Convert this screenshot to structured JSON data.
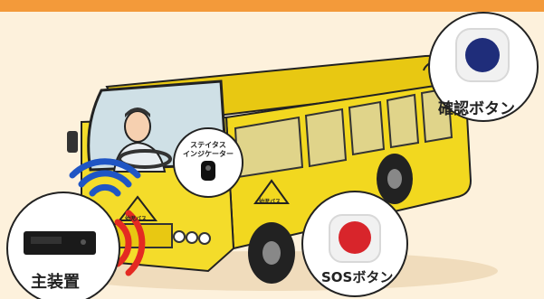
{
  "labels": {
    "confirm_button": "確認ボタン",
    "sos_button": "SOSボタン",
    "main_unit": "主装置",
    "status_indicator_line1": "ステイタス",
    "status_indicator_line2": "インジケーター",
    "sign_text": "幼児バス"
  },
  "colors": {
    "banner": "#f39a3a",
    "background": "#fdf1dc",
    "bus_body": "#f2d81f",
    "confirm_button": "#1f2d7a",
    "sos_button": "#d8252b",
    "wave_blue": "#1f55c4",
    "wave_red": "#e42a22"
  },
  "icons": [
    "confirm-button-icon",
    "sos-button-icon",
    "status-indicator-icon",
    "main-unit-device-icon",
    "wireless-wave-icon"
  ]
}
